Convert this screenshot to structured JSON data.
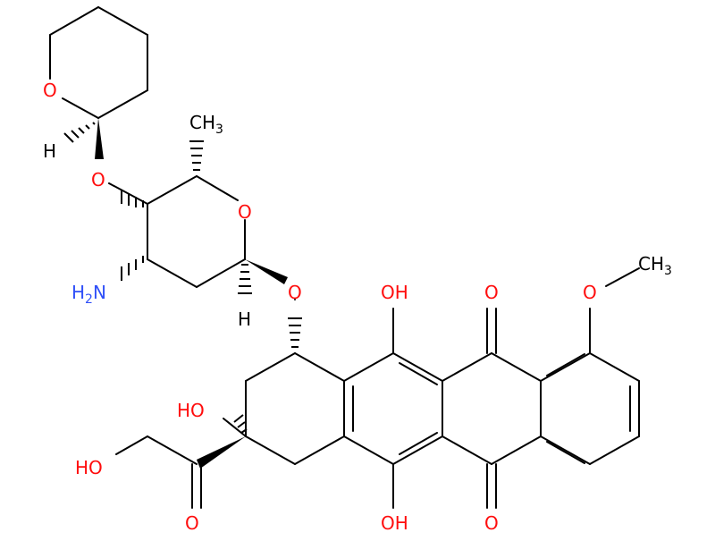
{
  "colors": {
    "bond": "#000000",
    "oxygen": "#ff0d0d",
    "nitrogen": "#3050f8",
    "hydrogen": "#000000",
    "carbon": "#000000"
  },
  "atom_labels": {
    "thp_o": "O",
    "thp_h": "H",
    "link_o": "O",
    "ring_o": "O",
    "ch3_c": "CH",
    "ch3_sub": "3",
    "nh2_h": "H",
    "nh2_sub": "2",
    "nh2_n": "N",
    "glyc_o": "O",
    "glyc_h": "H",
    "oh_top": "OH",
    "ketone_top": "O",
    "ome_o": "O",
    "ome_c": "CH",
    "ome_sub": "3",
    "ho_quat": "HO",
    "ho_ch2": "HO",
    "ketone_side": "O",
    "oh_bottom": "OH",
    "ketone_bottom": "O"
  }
}
